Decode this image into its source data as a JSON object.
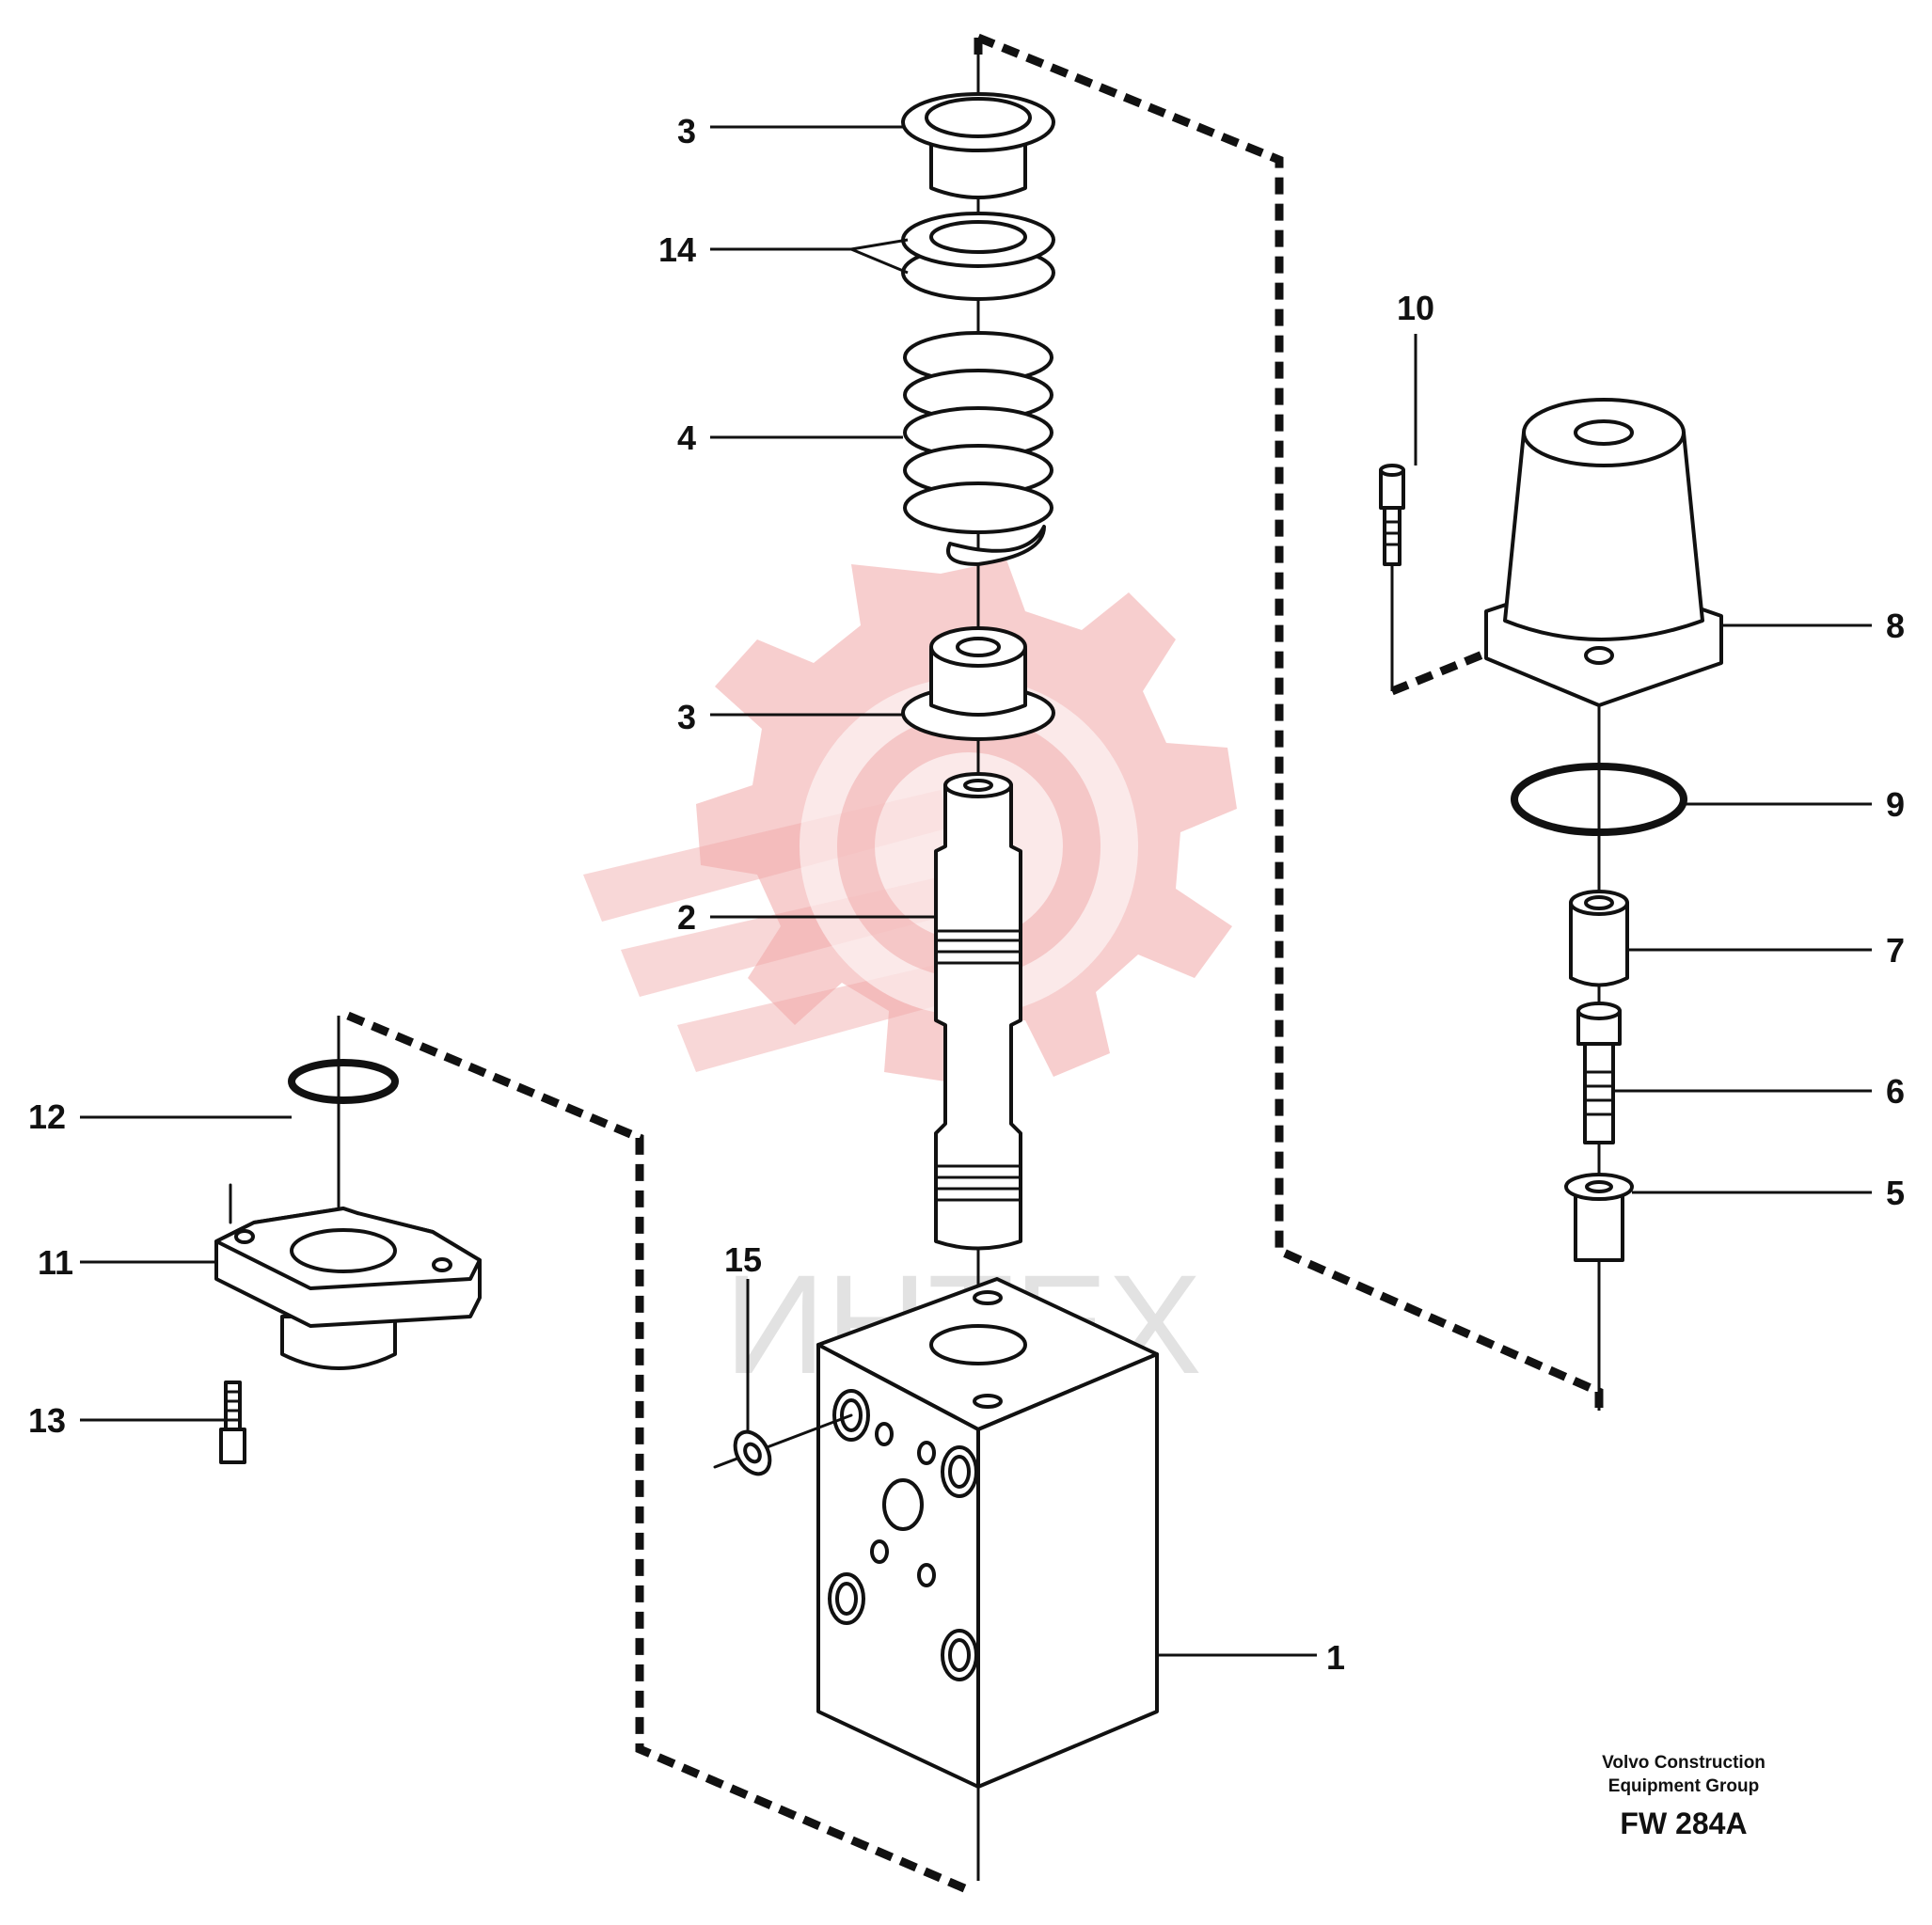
{
  "parts": {
    "p1": "1",
    "p2": "2",
    "p3a": "3",
    "p3b": "3",
    "p4": "4",
    "p5": "5",
    "p6": "6",
    "p7": "7",
    "p8": "8",
    "p9": "9",
    "p10": "10",
    "p11": "11",
    "p12": "12",
    "p13": "13",
    "p14": "14",
    "p15": "15"
  },
  "watermark": {
    "text": "ИНТЕХ",
    "color": "#f0a6a6"
  },
  "footer": {
    "line1": "Volvo Construction",
    "line2": "Equipment Group",
    "code": "FW 284A"
  }
}
